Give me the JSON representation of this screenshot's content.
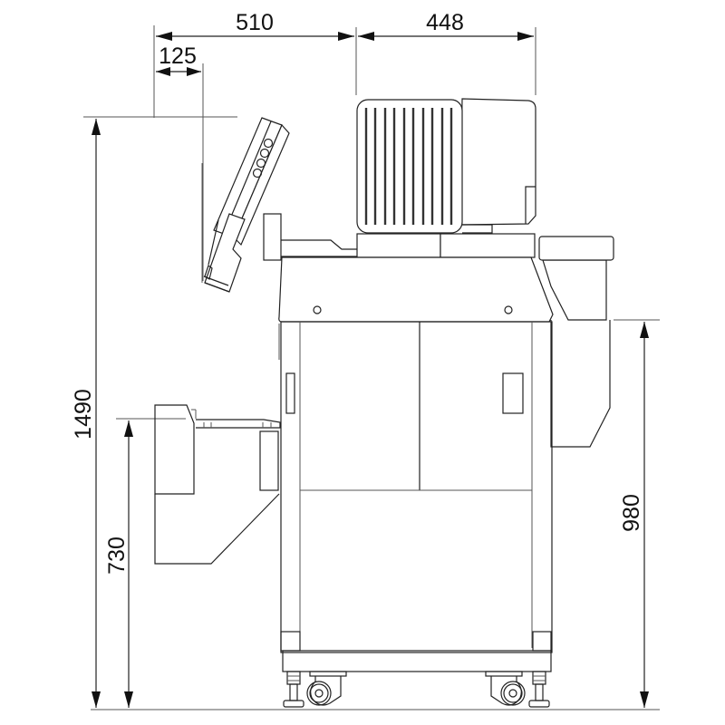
{
  "drawing": {
    "title": "Side elevation with overall dimensions",
    "view": "side view",
    "units": "mm",
    "colors": {
      "line": "#222222",
      "background": "#ffffff",
      "text": "#111111"
    }
  },
  "dimensions": {
    "top_left_width": {
      "label": "510",
      "value": 510,
      "orientation": "horizontal"
    },
    "top_right_width": {
      "label": "448",
      "value": 448,
      "orientation": "horizontal"
    },
    "display_offset": {
      "label": "125",
      "value": 125,
      "orientation": "horizontal"
    },
    "overall_height": {
      "label": "1490",
      "value": 1490,
      "orientation": "vertical"
    },
    "table_height": {
      "label": "730",
      "value": 730,
      "orientation": "vertical"
    },
    "outlet_height": {
      "label": "980",
      "value": 980,
      "orientation": "vertical"
    }
  },
  "components": [
    {
      "name": "touch-screen-display",
      "buttons": 4
    },
    {
      "name": "motor-housing",
      "vent_slots": 10
    },
    {
      "name": "discharge-chute"
    },
    {
      "name": "side-table"
    },
    {
      "name": "cabinet",
      "doors": 2
    },
    {
      "name": "casters",
      "count": 2
    },
    {
      "name": "leveling-feet",
      "count": 2
    }
  ]
}
